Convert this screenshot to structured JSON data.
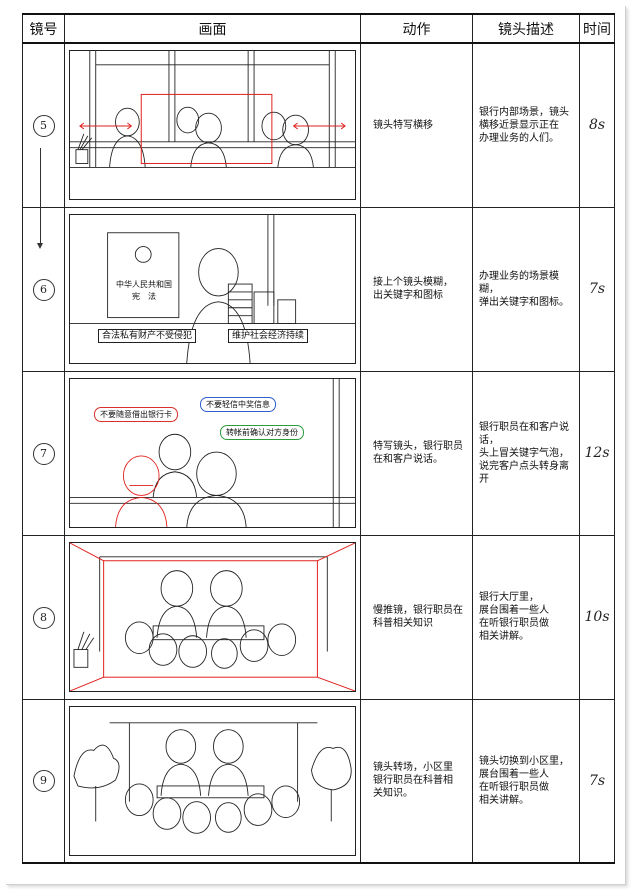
{
  "header": {
    "col_num": "镜号",
    "col_image": "画面",
    "col_action": "动作",
    "col_desc": "镜头描述",
    "col_time": "时间"
  },
  "shots": [
    {
      "num": "5",
      "action": "镜头特写横移",
      "desc": "银行内部场景，镜头\n横移近景显示正在\n办理业务的人们。",
      "time": "8s"
    },
    {
      "num": "6",
      "action": "接上个镜头模糊，\n出关键字和图标",
      "desc": "办理业务的场景模糊，\n弹出关键字和图标。",
      "time": "7s",
      "doc_title": "中华人民共和国",
      "doc_sub": "宪　法",
      "caption_left": "合法私有财产不受侵犯",
      "caption_right": "维护社会经济持续"
    },
    {
      "num": "7",
      "action": "特写镜头，银行职员\n在和客户说话。",
      "desc": "银行职员在和客户说话，\n头上冒关键字气泡，\n说完客户点头转身离开",
      "time": "12s",
      "bubbles": [
        {
          "n": "1",
          "text": "不要随意借出银行卡",
          "color": "#d9302c"
        },
        {
          "n": "2",
          "text": "不要轻信中奖信息",
          "color": "#2f5fcf"
        },
        {
          "n": "3",
          "text": "转帐前确认对方身份",
          "color": "#2e9b3d"
        }
      ]
    },
    {
      "num": "8",
      "action": "慢推镜，银行职员在\n科普相关知识",
      "desc": "银行大厅里，\n展台围着一些人\n在听银行职员做\n相关讲解。",
      "time": "10s"
    },
    {
      "num": "9",
      "action": "镜头转场，小区里\n银行职员在科普相\n关知识。",
      "desc": "镜头切换到小区里，\n展台围着一些人\n在听银行职员做\n相关讲解。",
      "time": "7s"
    }
  ],
  "colors": {
    "ink": "#222222",
    "camera_red": "#e0201c",
    "bubble_red": "#d9302c",
    "bubble_blue": "#2f5fcf",
    "bubble_green": "#2e9b3d"
  }
}
